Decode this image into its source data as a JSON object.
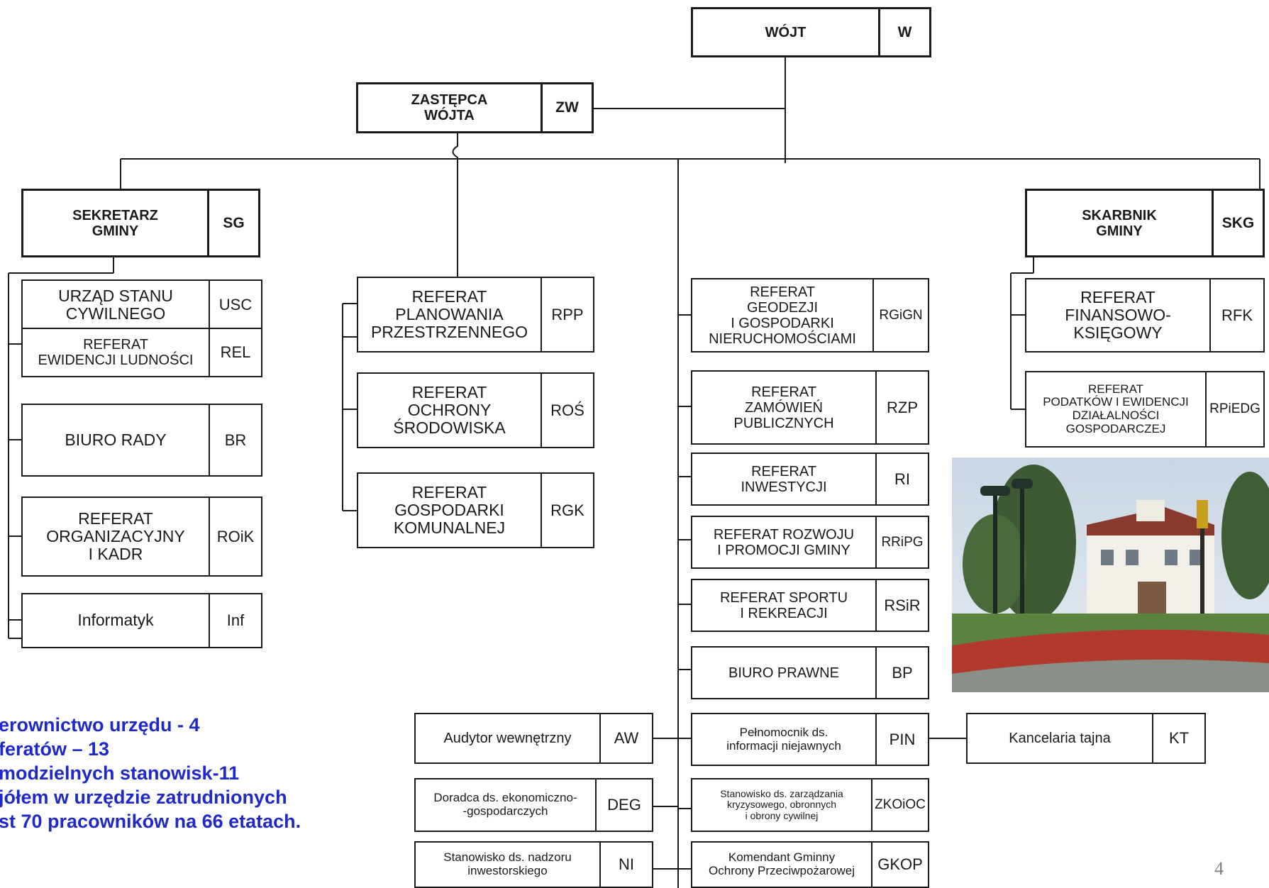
{
  "units": [
    {
      "id": "wojt",
      "name": "WÓJT",
      "code": "W",
      "head": true
    },
    {
      "id": "zastepca",
      "name": "ZASTĘPCA\nWÓJTA",
      "code": "ZW",
      "head": true
    },
    {
      "id": "sekretarz",
      "name": "SEKRETARZ\nGMINY",
      "code": "SG",
      "head": true
    },
    {
      "id": "skarbnik",
      "name": "SKARBNIK\nGMINY",
      "code": "SKG",
      "head": true
    },
    {
      "id": "usc",
      "name": "URZĄD STANU\nCYWILNEGO",
      "code": "USC"
    },
    {
      "id": "rel",
      "name": "REFERAT\nEWIDENCJI LUDNOŚCI",
      "code": "REL"
    },
    {
      "id": "br",
      "name": "BIURO  RADY",
      "code": "BR"
    },
    {
      "id": "roik",
      "name": "REFERAT\nORGANIZACYJNY\nI  KADR",
      "code": "ROiK"
    },
    {
      "id": "inf",
      "name": "Informatyk",
      "code": "Inf"
    },
    {
      "id": "rpp",
      "name": "REFERAT\nPLANOWANIA\nPRZESTRZENNEGO",
      "code": "RPP"
    },
    {
      "id": "ros",
      "name": "REFERAT\nOCHRONY\nŚRODOWISKA",
      "code": "ROŚ"
    },
    {
      "id": "rgk",
      "name": "REFERAT\nGOSPODARKI\nKOMUNALNEJ",
      "code": "RGK"
    },
    {
      "id": "rgign",
      "name": "REFERAT\nGEODEZJI\nI  GOSPODARKI\nNIERUCHOMOŚCIAMI",
      "code": "RGiGN"
    },
    {
      "id": "rzp",
      "name": "REFERAT\nZAMÓWIEŃ\nPUBLICZNYCH",
      "code": "RZP"
    },
    {
      "id": "ri",
      "name": "REFERAT\nINWESTYCJI",
      "code": "RI"
    },
    {
      "id": "rripg",
      "name": "REFERAT ROZWOJU\nI PROMOCJI GMINY",
      "code": "RRiPG"
    },
    {
      "id": "rsir",
      "name": "REFERAT  SPORTU\nI  REKREACJI",
      "code": "RSiR"
    },
    {
      "id": "bp",
      "name": "BIURO  PRAWNE",
      "code": "BP"
    },
    {
      "id": "pin",
      "name": "Pełnomocnik ds.\ninformacji niejawnych",
      "code": "PIN"
    },
    {
      "id": "zkoioc",
      "name": "Stanowisko ds. zarządzania\nkryzysowego, obronnych\ni obrony cywilnej",
      "code": "ZKOiOC"
    },
    {
      "id": "gkop",
      "name": "Komendant Gminny\nOchrony Przeciwpożarowej",
      "code": "GKOP"
    },
    {
      "id": "rfk",
      "name": "REFERAT\nFINANSOWO-\nKSIĘGOWY",
      "code": "RFK"
    },
    {
      "id": "rpiedg",
      "name": "REFERAT\nPODATKÓW  I  EWIDENCJI\nDZIAŁALNOŚCI\nGOSPODARCZEJ",
      "code": "RPiEDG"
    },
    {
      "id": "aw",
      "name": "Audytor wewnętrzny",
      "code": "AW"
    },
    {
      "id": "deg",
      "name": "Doradca ds. ekonomiczno-\n-gospodarczych",
      "code": "DEG"
    },
    {
      "id": "ni",
      "name": "Stanowisko ds. nadzoru\ninwestorskiego",
      "code": "NI"
    },
    {
      "id": "kt",
      "name": "Kancelaria tajna",
      "code": "KT"
    }
  ],
  "stats": [
    "erownictwo urzędu - 4",
    "feratów – 13",
    "modzielnych stanowisk-11",
    "jółem w urzędzie zatrudnionych",
    "st 70 pracowników na 66 etatach."
  ],
  "page_number": "4",
  "photo": {
    "subject": "municipal office building with lamp posts and flower bed"
  }
}
